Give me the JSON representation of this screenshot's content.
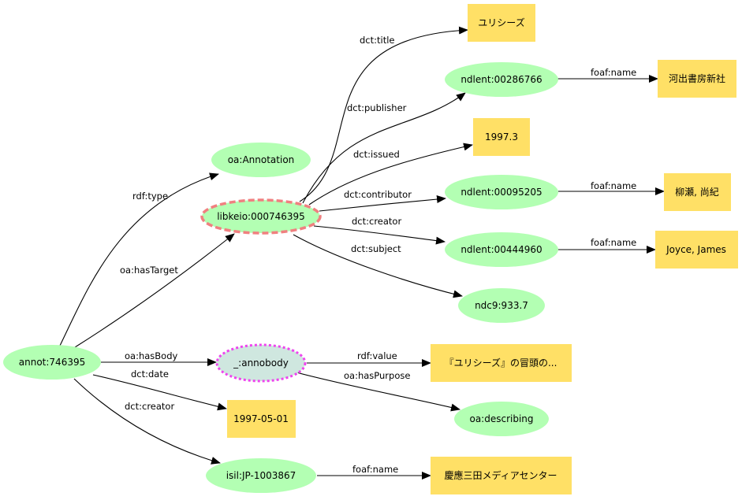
{
  "colors": {
    "resource": "#b3ffb3",
    "literal": "#ffe066",
    "target_border": "#f08080",
    "body_border": "#ee44ee",
    "body_fill": "#cfe7df",
    "edge": "#000000"
  },
  "nodes": {
    "annot": "annot:746395",
    "oa_annotation": "oa:Annotation",
    "libkeio": "libkeio:000746395",
    "annobody": "_:annobody",
    "date": "1997-05-01",
    "isil": "isil:JP-1003867",
    "title": "ユリシーズ",
    "publisher": "ndlent:00286766",
    "publisher_name": "河出書房新社",
    "issued": "1997.3",
    "contributor": "ndlent:00095205",
    "contributor_name": "柳瀬, 尚紀",
    "creator": "ndlent:00444960",
    "creator_name": "Joyce, James",
    "subject": "ndc9:933.7",
    "value": "『ユリシーズ』の冒頭の...",
    "purpose": "oa:describing",
    "isil_name": "慶應三田メディアセンター"
  },
  "edges": {
    "rdf_type": "rdf:type",
    "has_target": "oa:hasTarget",
    "has_body": "oa:hasBody",
    "date": "dct:date",
    "creator_annot": "dct:creator",
    "title": "dct:title",
    "publisher": "dct:publisher",
    "issued": "dct:issued",
    "contributor": "dct:contributor",
    "creator_book": "dct:creator",
    "subject": "dct:subject",
    "name_publisher": "foaf:name",
    "name_contributor": "foaf:name",
    "name_creator": "foaf:name",
    "value": "rdf:value",
    "purpose": "oa:hasPurpose",
    "name_isil": "foaf:name"
  }
}
